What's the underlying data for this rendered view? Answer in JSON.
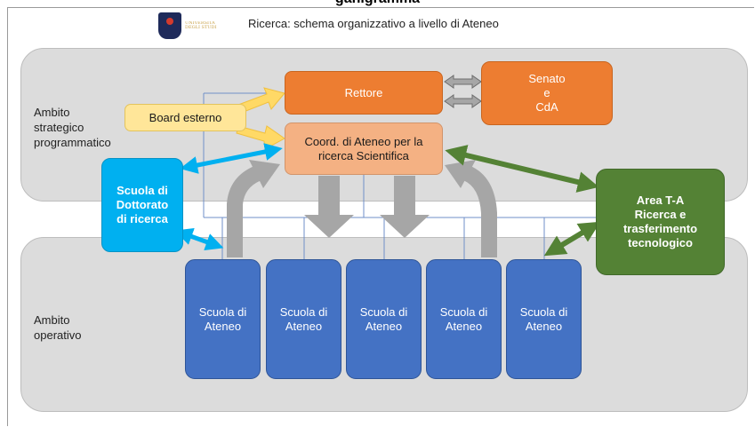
{
  "header": {
    "partial_heading": "ganigramma",
    "title": "Ricerca: schema organizzativo a livello di Ateneo",
    "logo_text": "UNIVERSITÀ DEGLI STUDI"
  },
  "bands": {
    "strategic_label": "Ambito\nstrategico\nprogrammatico",
    "operative_label": "Ambito\noperativo"
  },
  "nodes": {
    "rettore": "Rettore",
    "senato": "Senato\ne\nCdA",
    "coord": "Coord. di Ateneo per la\nricerca Scientifica",
    "board": "Board esterno",
    "dottorato": "Scuola di\nDottorato\ndi ricerca",
    "area_ta": "Area T-A\nRicerca e\ntrasferimento\ntecnologico",
    "scuole": [
      "Scuola di\nAteneo",
      "Scuola di\nAteneo",
      "Scuola di\nAteneo",
      "Scuola di\nAteneo",
      "Scuola di\nAteneo"
    ]
  },
  "colors": {
    "band": "#dcdcdc",
    "rettore": "#ed7d31",
    "coord": "#f4b183",
    "board": "#ffe699",
    "dottorato": "#00b0f0",
    "area_ta": "#548235",
    "scuola": "#4472c4",
    "arrow_gray": "#a6a6a6",
    "arrow_yellow": "#ffd966",
    "arrow_blue": "#00b0f0",
    "arrow_green": "#548235"
  }
}
